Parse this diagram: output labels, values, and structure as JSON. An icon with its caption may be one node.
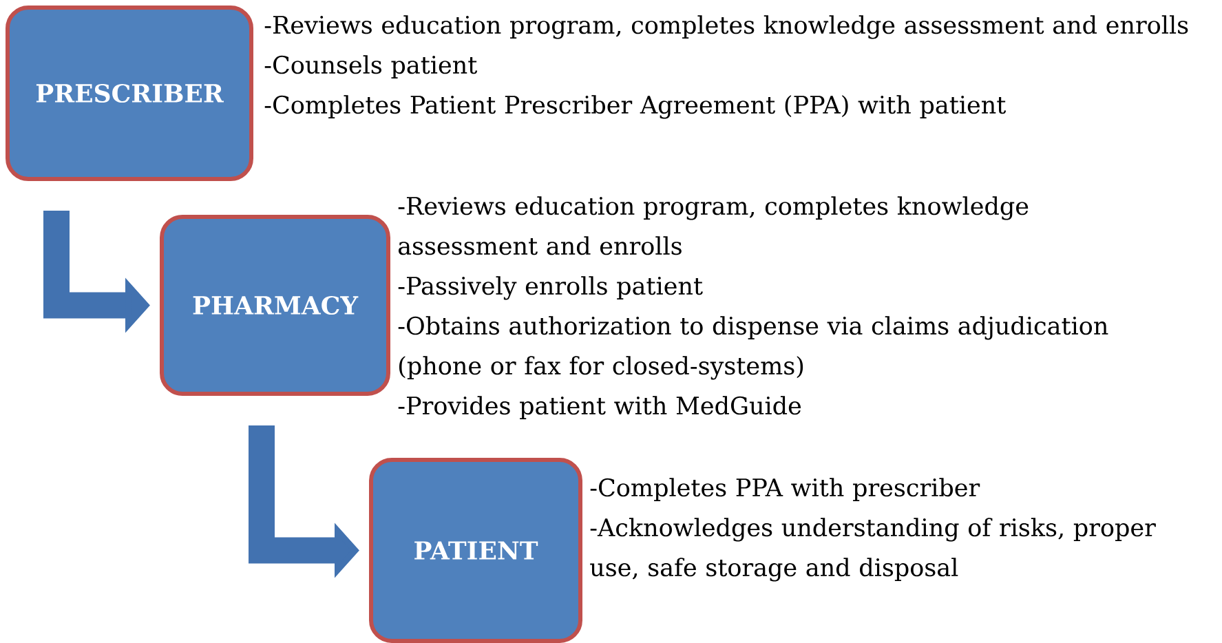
{
  "diagram": {
    "nodes": [
      {
        "text": [
          "PRESCRIBER"
        ],
        "beside": [
          "-Reviews education program, completes knowledge assessment and enrolls",
          "-Counsels patient",
          "-Completes Patient Prescriber Agreement (PPA) with patient"
        ]
      },
      {
        "text": [
          "PHARMACY"
        ],
        "beside": [
          "-Reviews education program, completes knowledge assessment and enrolls",
          "-Passively enrolls patient",
          "-Obtains authorization to dispense  via claims adjudication (phone or fax for closed-systems)",
          "-Provides patient with MedGuide"
        ]
      },
      {
        "text": [
          "PATIENT"
        ],
        "beside": [
          "-Completes PPA with prescriber",
          "-Acknowledges understanding  of risks, proper use, safe storage and disposal"
        ]
      }
    ],
    "edges": [
      {
        "from": 0,
        "to": 1,
        "arrow": "to"
      },
      {
        "from": 1,
        "to": 2,
        "arrow": "to"
      }
    ]
  }
}
